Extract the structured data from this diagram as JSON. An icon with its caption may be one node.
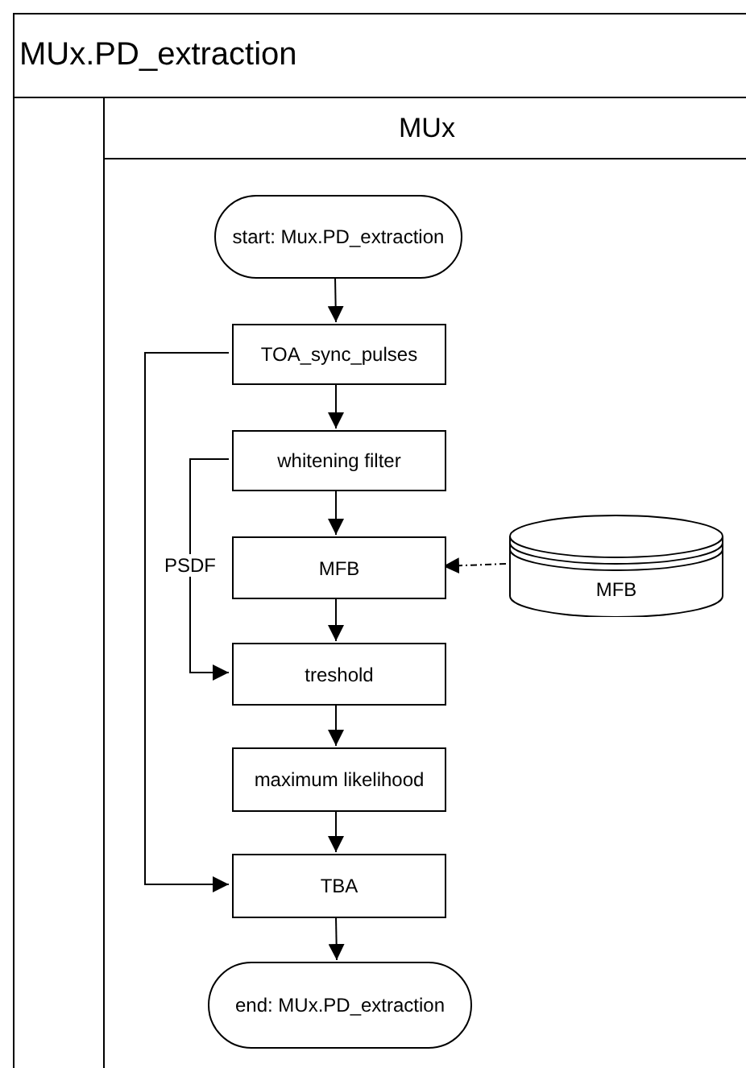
{
  "diagram": {
    "nodes": [
      {
        "text": [
          "MUx.PD_extraction"
        ]
      },
      {
        "text": [
          "MUx"
        ],
        "in": 0
      },
      {
        "text": [
          "start: Mux.PD_extraction"
        ],
        "in": 1
      },
      {
        "text": [
          "TOA_sync_pulses"
        ],
        "in": 1
      },
      {
        "text": [
          "whitening filter"
        ],
        "in": 1
      },
      {
        "text": [
          "MFB"
        ],
        "in": 1
      },
      {
        "text": [
          "treshold"
        ],
        "in": 1
      },
      {
        "text": [
          "maximum likelihood"
        ],
        "in": 1
      },
      {
        "text": [
          "TBA"
        ],
        "in": 1
      },
      {
        "text": [
          "end: MUx.PD_extraction"
        ],
        "in": 1
      },
      {
        "text": [
          "MFB"
        ],
        "in": 1
      }
    ],
    "edges": [
      {
        "from": 2,
        "to": 3,
        "arrow": "to"
      },
      {
        "from": 3,
        "to": 4,
        "arrow": "to"
      },
      {
        "from": 4,
        "to": 5,
        "arrow": "to"
      },
      {
        "from": 5,
        "to": 6,
        "arrow": "to"
      },
      {
        "from": 6,
        "to": 7,
        "arrow": "to"
      },
      {
        "from": 7,
        "to": 8,
        "arrow": "to"
      },
      {
        "from": 8,
        "to": 9,
        "arrow": "to"
      },
      {
        "from": 4,
        "to": 6,
        "arrow": "to",
        "label": "PSDF"
      },
      {
        "from": 3,
        "to": 8,
        "arrow": "to"
      },
      {
        "from": 10,
        "to": 5,
        "arrow": "to",
        "style": "dashed"
      }
    ]
  }
}
